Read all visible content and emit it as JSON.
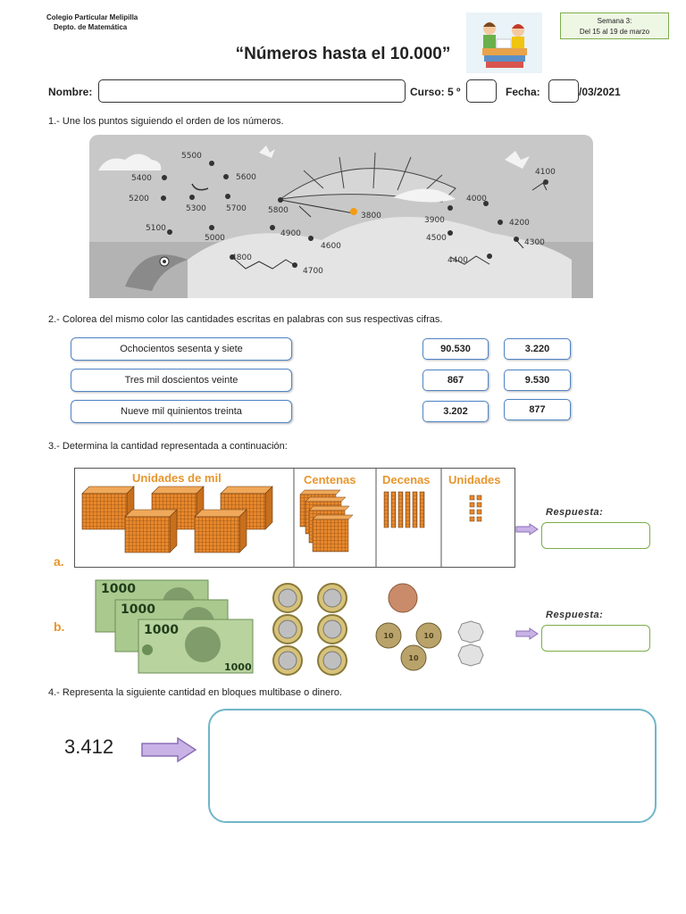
{
  "header": {
    "school": "Colegio Particular Melipilla",
    "department": "Depto. de Matemática",
    "week_line1": "Semana 3:",
    "week_line2": "Del 15 al 19 de marzo",
    "title": "“Números hasta el 10.000”"
  },
  "form": {
    "name_label": "Nombre:",
    "course_label": "Curso: 5 º",
    "date_label": "Fecha:",
    "date_suffix": "/03/2021"
  },
  "q1": {
    "text": "1.- Une los puntos siguiendo el orden de los números.",
    "points": [
      "5500",
      "5400",
      "5600",
      "5200",
      "5300",
      "5700",
      "5800",
      "3800",
      "4100",
      "4000",
      "3900",
      "4200",
      "5100",
      "5000",
      "4900",
      "4600",
      "4500",
      "4300",
      "4800",
      "4700",
      "4400"
    ]
  },
  "q2": {
    "text": "2.- Colorea del mismo color las cantidades escritas en palabras con sus respectivas cifras.",
    "words": [
      "Ochocientos sesenta y siete",
      "Tres mil doscientos veinte",
      "Nueve mil quinientos treinta"
    ],
    "col1": [
      "90.530",
      "867",
      "3.202"
    ],
    "col2": [
      "3.220",
      "9.530",
      "877"
    ]
  },
  "q3": {
    "text": "3.- Determina la cantidad representada a continuación:",
    "headers": [
      "Unidades de mil",
      "Centenas",
      "Decenas",
      "Unidades"
    ],
    "answer_label": "Respuesta:",
    "letter_a": "a.",
    "letter_b": "b.",
    "bill": "1000",
    "coin": "10"
  },
  "q4": {
    "text": "4.- Representa la siguiente cantidad en bloques multibase o  dinero.",
    "number": "3.412"
  },
  "colors": {
    "orange": "#e7962e",
    "blue": "#4f83c4",
    "green": "#7cae4a",
    "teal": "#6fb6c9",
    "arrow": "#c9b3e6"
  }
}
